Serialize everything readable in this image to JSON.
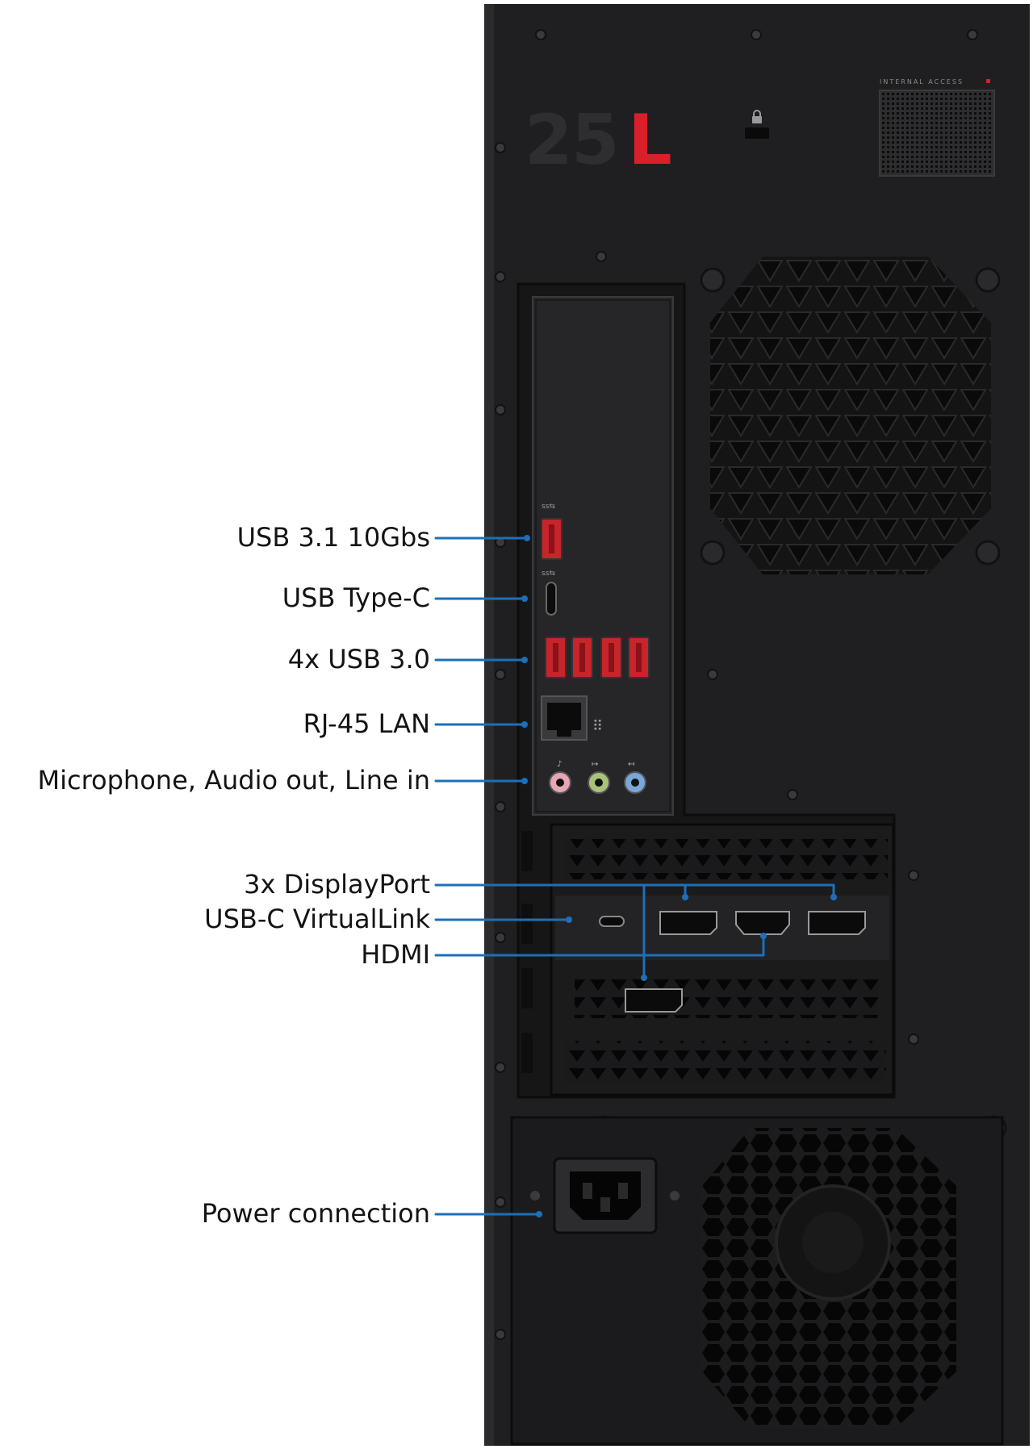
{
  "brand": {
    "model_mark_digits": "25",
    "model_mark_letter": "L",
    "internal_access_text": "INTERNAL ACCESS"
  },
  "callouts": {
    "usb31": "USB 3.1 10Gbs",
    "usb_type_c": "USB Type-C",
    "usb30": "4x USB 3.0",
    "rj45": "RJ-45 LAN",
    "audio": "Microphone, Audio out, Line in",
    "displayport": "3x DisplayPort",
    "virtuallink": "USB-C VirtualLink",
    "hdmi": "HDMI",
    "power": "Power connection"
  },
  "colors": {
    "case": "#1f1f21",
    "case_edge": "#2b2b2d",
    "callout_line": "#1e6fb8",
    "usb_port": "#c8242b",
    "accent_red": "#d9202a",
    "mic_jack": "#e7a6b4",
    "line_out_jack": "#a9c27a",
    "line_in_jack": "#7aa7d8"
  }
}
